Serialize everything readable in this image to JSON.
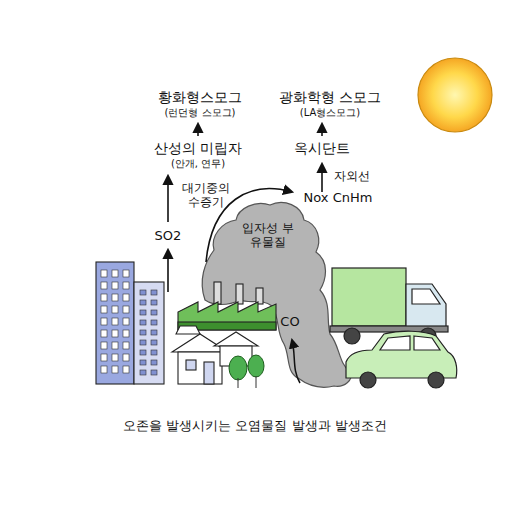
{
  "diagram": {
    "caption": "오존을 발생시키는 오염물질 발생과 발생조건",
    "labels": [
      "황화형스모그",
      "(런던형 스모그)",
      "광화학형 스모그",
      "(LA형스모그)",
      "산성의 미립자",
      "(안개, 연무)",
      "옥시단트",
      "대기중의 수증기",
      "자외선",
      "Nox CnHm",
      "SO2",
      "입자성 부유물질",
      "CO"
    ]
  }
}
